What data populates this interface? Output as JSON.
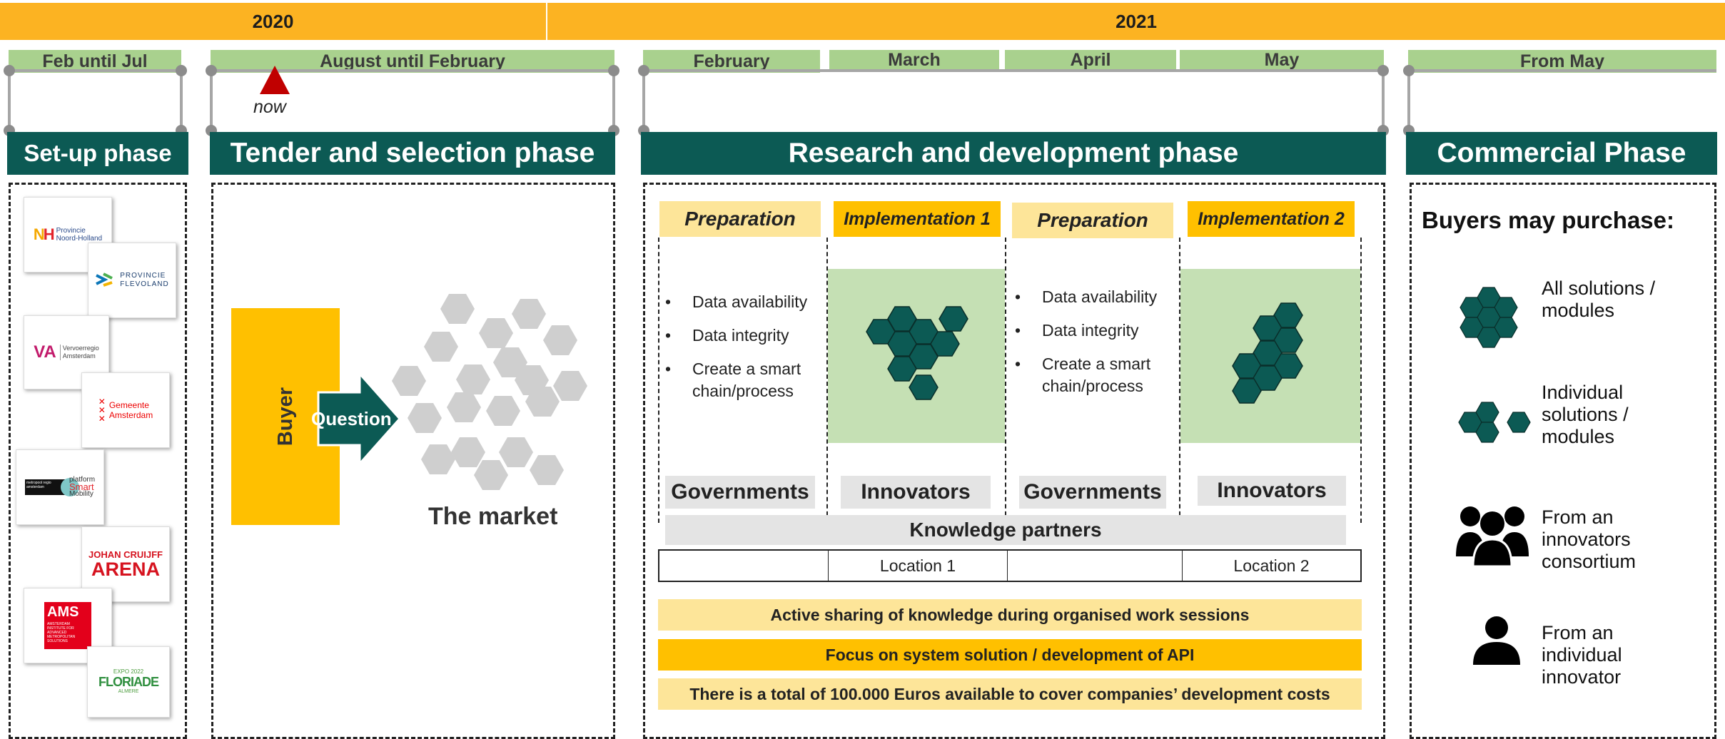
{
  "years": {
    "y2020": "2020",
    "y2021": "2021"
  },
  "months": {
    "setup": "Feb until Jul",
    "tender": "August until February",
    "feb": "February",
    "mar": "March",
    "apr": "April",
    "may": "May",
    "from_may": "From  May"
  },
  "now_label": "now",
  "phases": {
    "setup": "Set-up phase",
    "tender": "Tender and selection phase",
    "research": "Research and development phase",
    "commercial": "Commercial Phase"
  },
  "logos": {
    "nh_line1": "Provincie",
    "nh_line2": "Noord-Holland",
    "flevo_line1": "PROVINCIE",
    "flevo_line2": "FLEVOLAND",
    "vra_line1": "Vervoerregio",
    "vra_line2": "Amsterdam",
    "gem_line1": "Gemeente",
    "gem_line2": "Amsterdam",
    "psm_line1": "platform",
    "psm_line2": "Smart",
    "psm_line3": "Mobility",
    "psm_dark": "metropool regio amsterdam",
    "jc_line1": "JOHAN CRUIJFF",
    "jc_line2": "ARENA",
    "ams_big": "AMS",
    "ams_small": "AMSTERDAM INSTITUTE FOR ADVANCED METROPOLITAN SOLUTIONS",
    "expo_line1": "EXPO 2022",
    "expo_line2": "FLORIADE",
    "expo_line3": "ALMERE"
  },
  "tender": {
    "buyer": "Buyer",
    "question": "Question",
    "market": "The market"
  },
  "research": {
    "col1_title": "Preparation",
    "col2_title": "Implementation 1",
    "col3_title": "Preparation",
    "col4_title": "Implementation 2",
    "bullets_a": [
      "Data availability",
      "Data integrity",
      "Create a smart chain/process"
    ],
    "bullets_b": [
      "Data availability",
      "Data integrity",
      "Create a smart chain/process"
    ],
    "gov1": "Governments",
    "inn1": "Innovators",
    "gov2": "Governments",
    "inn2": "Innovators",
    "knowledge": "Knowledge partners",
    "loc1": "Location 1",
    "loc2": "Location 2",
    "band1": "Active sharing of knowledge during organised work sessions",
    "band2": "Focus on system solution / development of API",
    "band3": "There is a total of 100.000 Euros available to cover companies’ development costs"
  },
  "commercial": {
    "title": "Buyers may purchase:",
    "opt1": [
      "All solutions /",
      "modules"
    ],
    "opt2": [
      "Individual",
      "solutions /",
      "modules"
    ],
    "opt3": [
      "From an",
      "innovators",
      "consortium"
    ],
    "opt4": [
      "From an",
      "individual",
      "innovator"
    ]
  },
  "colors": {
    "phase_green": "#0c5a54",
    "year_orange": "#fcb322",
    "month_green": "#a9d18e",
    "light_yellow": "#fde599",
    "strong_yellow": "#ffc000",
    "light_green_panel": "#c5e0b4",
    "hex_grey": "#cfcfcf",
    "now_red": "#c00000"
  }
}
